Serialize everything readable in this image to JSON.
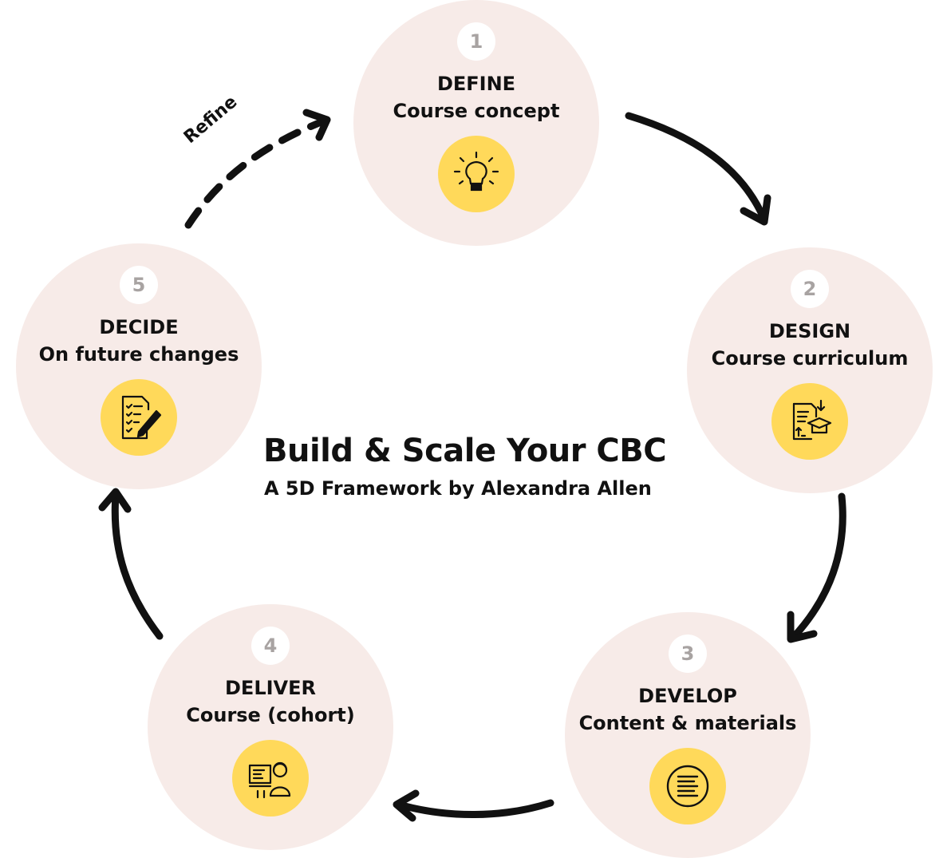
{
  "title": "Build & Scale Your CBC",
  "subtitle": "A 5D Framework by Alexandra Allen",
  "loop_label": "Refine",
  "colors": {
    "circle_fill": "#f7ebe8",
    "icon_fill": "#ffd95a",
    "number_text": "#a8a3a2",
    "text": "#111111",
    "arrow": "#111111"
  },
  "steps": [
    {
      "number": "1",
      "title": "DEFINE",
      "subtitle": "Course concept",
      "icon": "lightbulb-icon"
    },
    {
      "number": "2",
      "title": "DESIGN",
      "subtitle": "Course curriculum",
      "icon": "curriculum-icon"
    },
    {
      "number": "3",
      "title": "DEVELOP",
      "subtitle": "Content & materials",
      "icon": "document-lines-icon"
    },
    {
      "number": "4",
      "title": "DELIVER",
      "subtitle": "Course (cohort)",
      "icon": "teacher-icon"
    },
    {
      "number": "5",
      "title": "DECIDE",
      "subtitle": "On future changes",
      "icon": "checklist-pen-icon"
    }
  ]
}
